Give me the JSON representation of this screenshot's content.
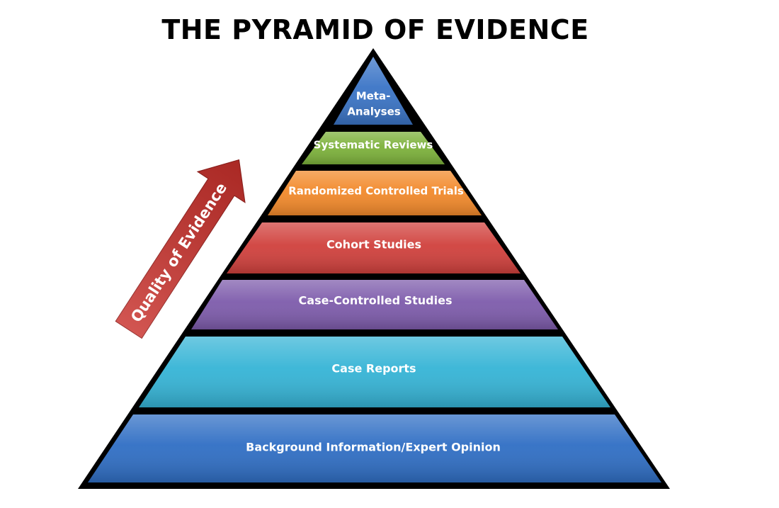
{
  "title": "THE PYRAMID OF EVIDENCE",
  "arrow": {
    "label": "Quality of Evidence",
    "color": "#c8302b"
  },
  "tiers": [
    {
      "label": "Meta-",
      "label2": "Analyses",
      "color": "#3a74c6"
    },
    {
      "label": "Systematic Reviews",
      "color": "#7cb13a"
    },
    {
      "label": "Randomized Controlled Trials",
      "color": "#f2892a"
    },
    {
      "label": "Cohort Studies",
      "color": "#d0403c"
    },
    {
      "label": "Case-Controlled Studies",
      "color": "#7d5bab"
    },
    {
      "label": "Case Reports",
      "color": "#35b4d6"
    },
    {
      "label": "Background Information/Expert Opinion",
      "color": "#2f6ec4"
    }
  ]
}
